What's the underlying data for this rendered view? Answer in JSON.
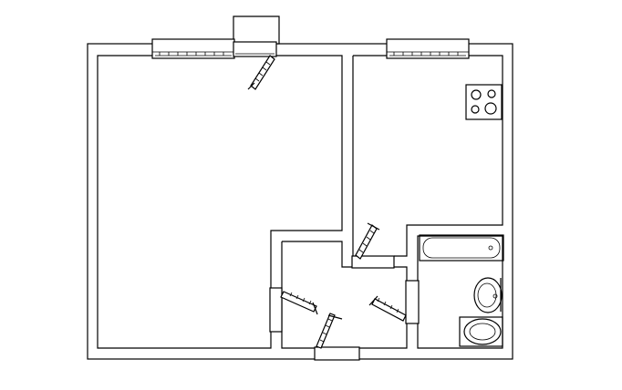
{
  "plan": {
    "background": "#ffffff",
    "line_color": "#000000",
    "rooms": [
      "living-room",
      "kitchen",
      "hallway",
      "bathroom"
    ],
    "fixtures": [
      "stove",
      "bathtub",
      "sink",
      "toilet"
    ],
    "windows": 3,
    "doors": 5
  }
}
